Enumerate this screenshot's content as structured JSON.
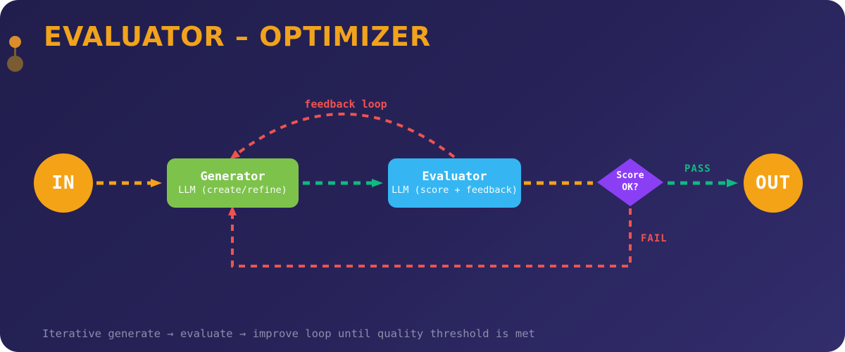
{
  "title": "EVALUATOR – OPTIMIZER",
  "caption": "Iterative generate → evaluate → improve loop until quality threshold is met",
  "nodes": {
    "in": {
      "label": "IN"
    },
    "generator": {
      "title": "Generator",
      "subtitle": "LLM (create/refine)"
    },
    "evaluator": {
      "title": "Evaluator",
      "subtitle": "LLM (score + feedback)"
    },
    "decision": {
      "label": "Score OK?"
    },
    "out": {
      "label": "OUT"
    }
  },
  "edges": {
    "feedback_label": "feedback loop",
    "pass_label": "PASS",
    "fail_label": "FAIL"
  },
  "colors": {
    "background_top": "#211E4D",
    "background_bottom": "#322D6C",
    "title_orange": "#F2A31C",
    "flow_orange": "#F5A316",
    "flow_teal": "#10B981",
    "loop_red": "#EF5350",
    "generator_green": "#7DC24B",
    "evaluator_blue": "#35B6F2",
    "decision_purple": "#8B3FF5",
    "caption_gray": "#8D8DAC"
  }
}
